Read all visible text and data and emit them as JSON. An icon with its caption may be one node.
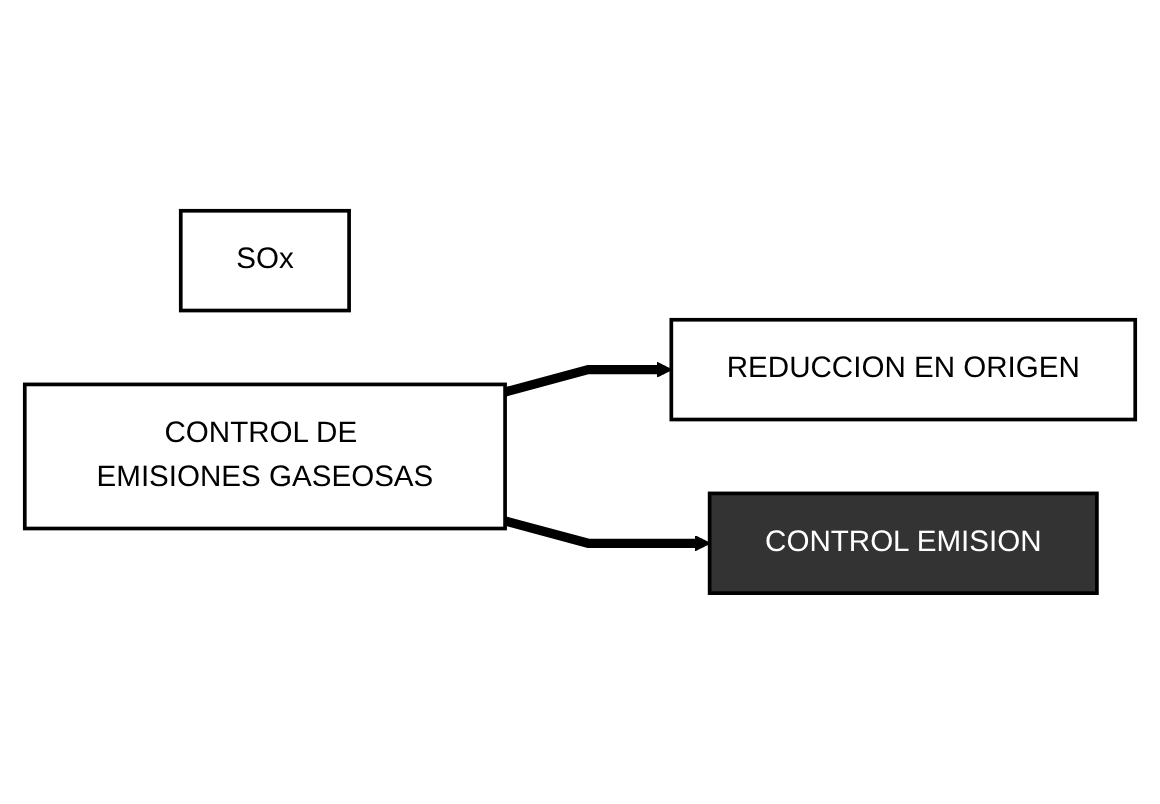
{
  "diagram": {
    "nodes": [
      {
        "text": [
          "SOx"
        ]
      },
      {
        "text": [
          "CONTROL DE EMISIONES GASEOSAS"
        ]
      },
      {
        "text": [
          "REDUCCION EN ORIGEN"
        ]
      },
      {
        "text": [
          "CONTROL EMISION"
        ]
      }
    ],
    "edges": [
      {
        "from": 1,
        "to": 2,
        "arrow": "to"
      },
      {
        "from": 1,
        "to": 3,
        "arrow": "to"
      }
    ]
  }
}
